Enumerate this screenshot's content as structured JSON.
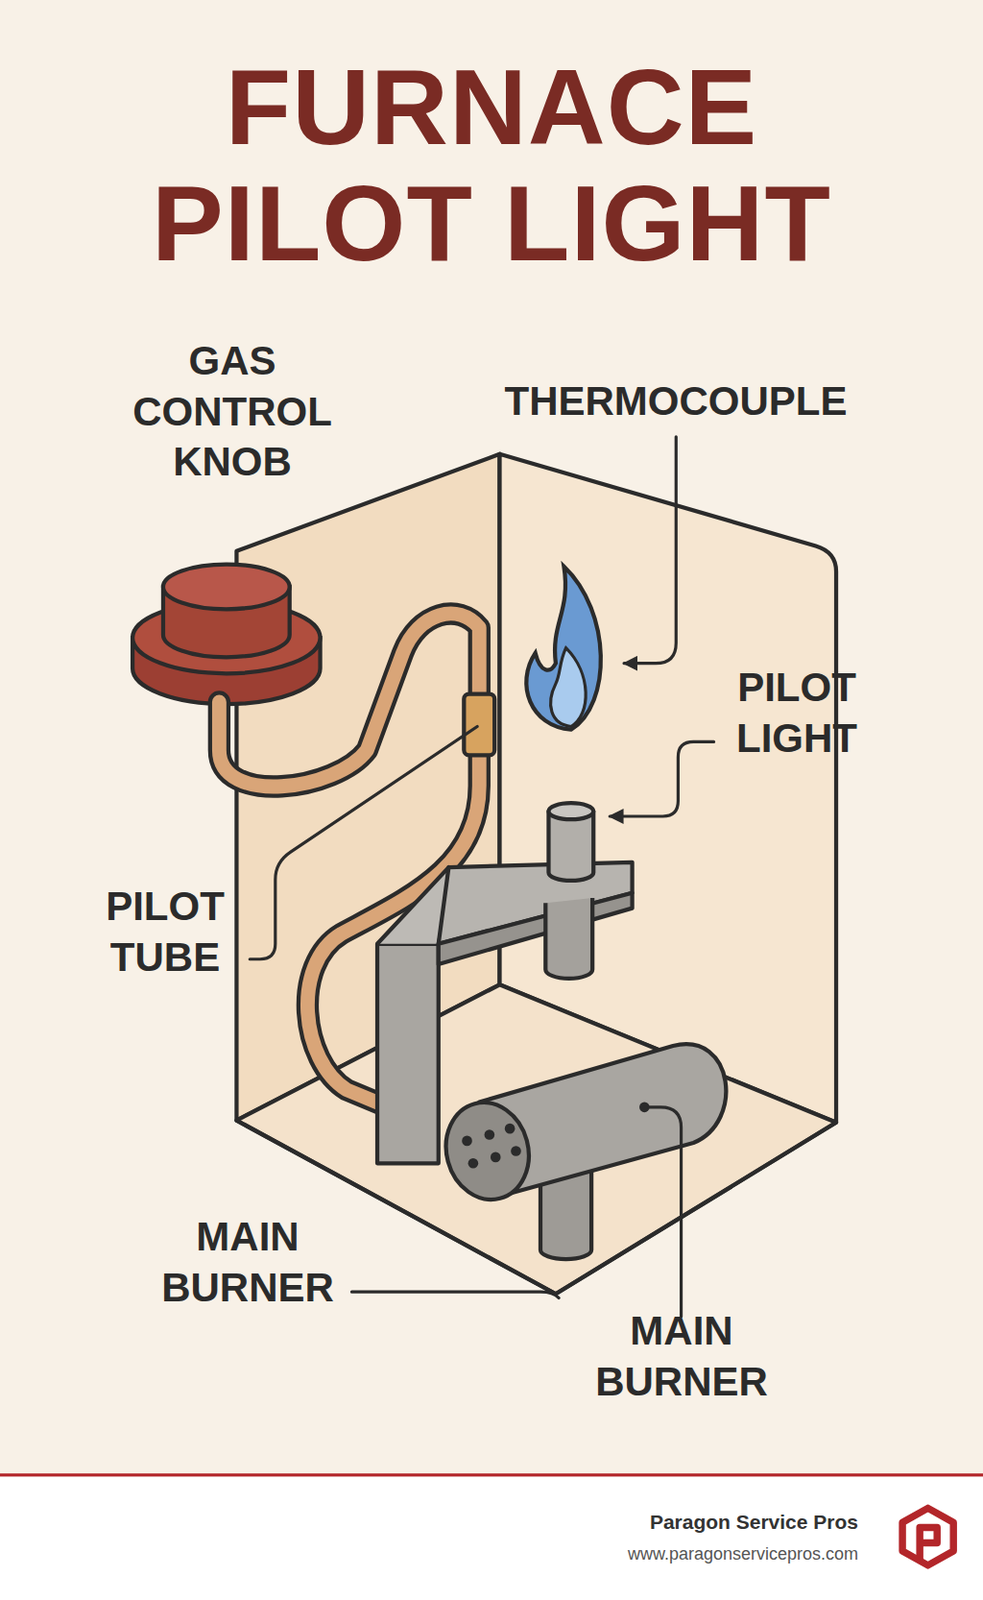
{
  "diagram": {
    "title": "FURNACE PILOT LIGHT",
    "labels": [
      "GAS CONTROL KNOB",
      "THERMOCOUPLE",
      "PILOT LIGHT",
      "PILOT TUBE",
      "MAIN BURNER",
      "MAIN BURNER",
      "Paragon Service Pros",
      "www.paragonservicepros.com"
    ]
  }
}
